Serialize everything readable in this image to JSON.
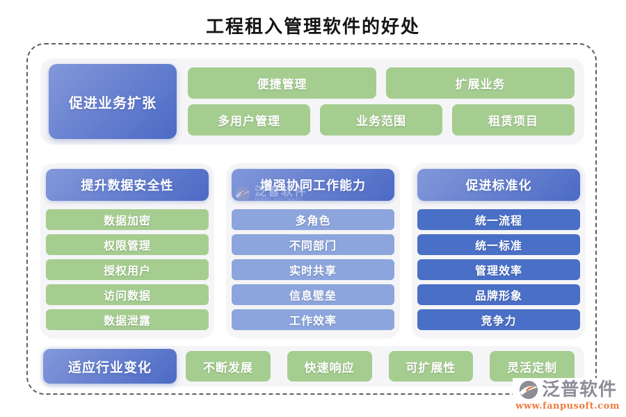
{
  "title": "工程租入管理软件的好处",
  "top": {
    "label": "促进业务扩张",
    "row1": [
      "便捷管理",
      "扩展业务"
    ],
    "row2": [
      "多用户管理",
      "业务范围",
      "租赁项目"
    ]
  },
  "columns": [
    {
      "header": "提升数据安全性",
      "items": [
        "数据加密",
        "权限管理",
        "授权用户",
        "访问数据",
        "数据泄露"
      ],
      "item_color": "#a5cd90"
    },
    {
      "header": "增强协同工作能力",
      "items": [
        "多角色",
        "不同部门",
        "实时共享",
        "信息壁垒",
        "工作效率"
      ],
      "item_color": "#8ca5dd"
    },
    {
      "header": "促进标准化",
      "items": [
        "统一流程",
        "统一标准",
        "管理效率",
        "品牌形象",
        "竞争力"
      ],
      "item_color": "#4a6fc6"
    }
  ],
  "bottom": {
    "label": "适应行业变化",
    "items": [
      "不断发展",
      "快速响应",
      "可扩展性",
      "灵活定制"
    ]
  },
  "watermark": {
    "text": "泛普软件",
    "subtext": "FANPU SOFTWARE"
  },
  "footer": {
    "brand": "泛普软件",
    "url": "www.fanpusoft.com"
  },
  "colors": {
    "header_gradient_start": "#8398da",
    "header_gradient_end": "#4c6ac5",
    "green": "#a5cd90",
    "light_blue": "#8ca5dd",
    "dark_blue": "#4a6fc6",
    "panel_bg": "#f5f5f7",
    "frame_dash": "#5e5e5e",
    "brand_gray": "#8d8d98",
    "url_orange": "#ee7b3e"
  }
}
